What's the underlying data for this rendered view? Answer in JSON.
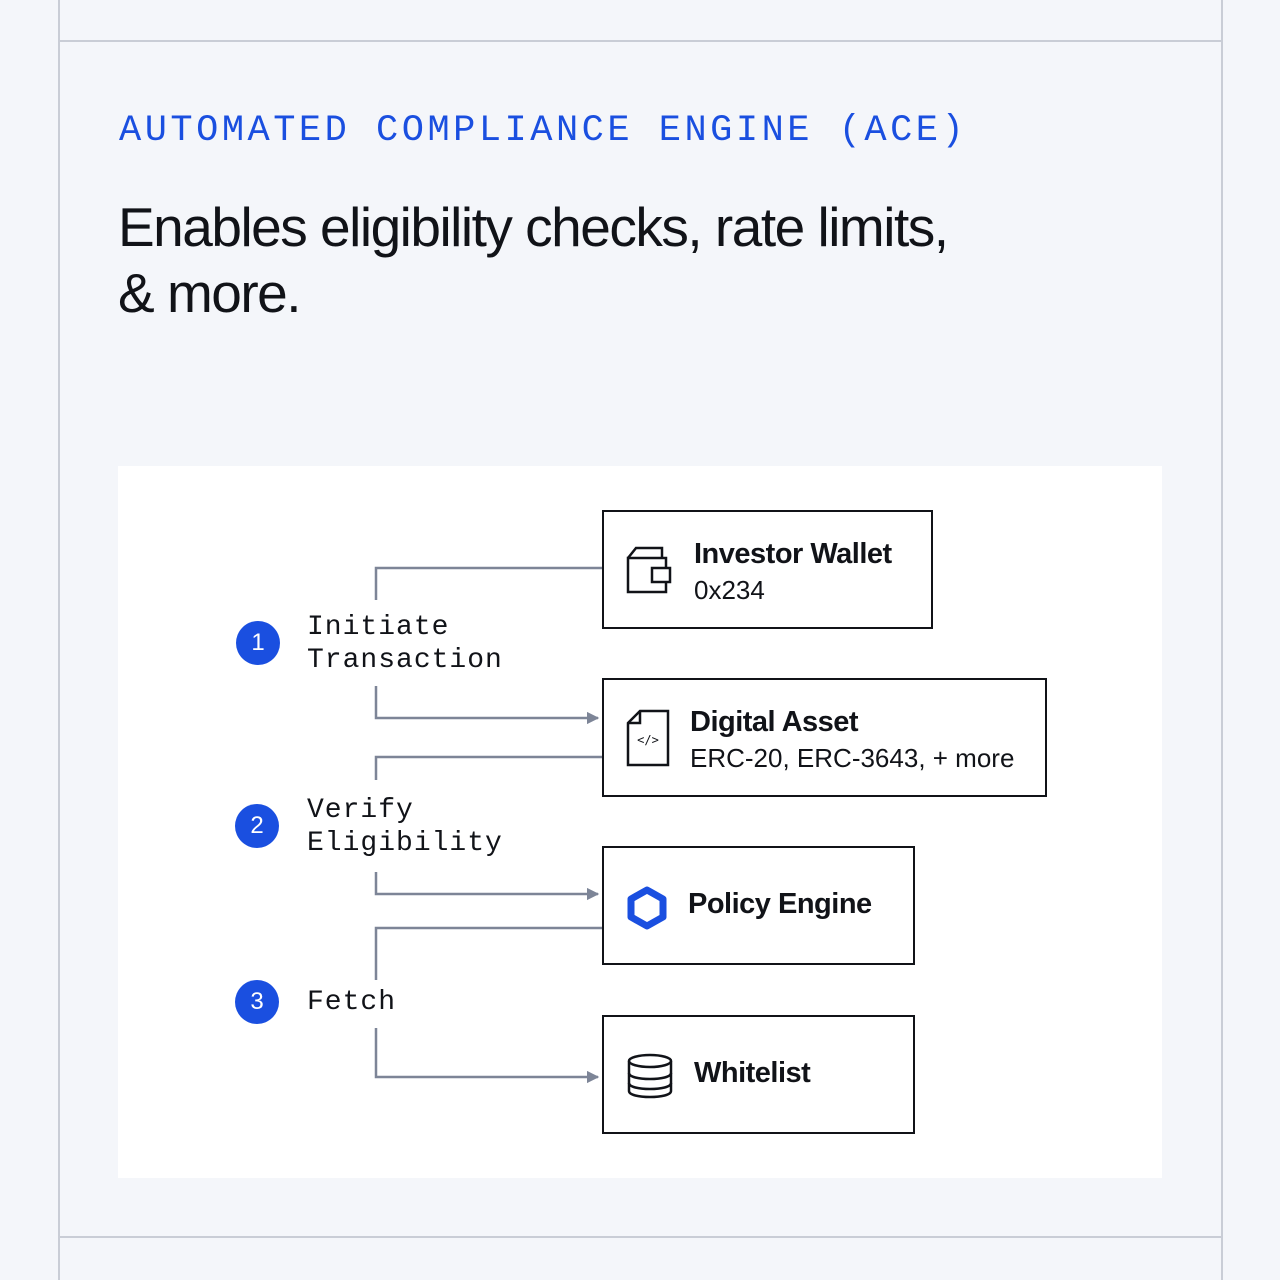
{
  "eyebrow": "AUTOMATED COMPLIANCE ENGINE (ACE)",
  "headline": {
    "line1": "Enables eligibility checks, rate limits,",
    "line2": "& more."
  },
  "colors": {
    "accent": "#1a4fe0",
    "connector": "#7d8597",
    "text": "#111318",
    "background": "#f4f6fa"
  },
  "steps": [
    {
      "number": "1",
      "lines": [
        "Initiate",
        "Transaction"
      ]
    },
    {
      "number": "2",
      "lines": [
        "Verify",
        "Eligibility"
      ]
    },
    {
      "number": "3",
      "lines": [
        "Fetch"
      ]
    }
  ],
  "nodes": {
    "investor_wallet": {
      "title": "Investor Wallet",
      "subtitle": "0x234",
      "icon": "wallet-icon"
    },
    "digital_asset": {
      "title": "Digital Asset",
      "subtitle": "ERC-20, ERC-3643, + more",
      "icon": "code-file-icon",
      "icon_text": "</>"
    },
    "policy_engine": {
      "title": "Policy Engine",
      "icon": "hexagon-icon"
    },
    "whitelist": {
      "title": "Whitelist",
      "icon": "database-icon"
    }
  }
}
